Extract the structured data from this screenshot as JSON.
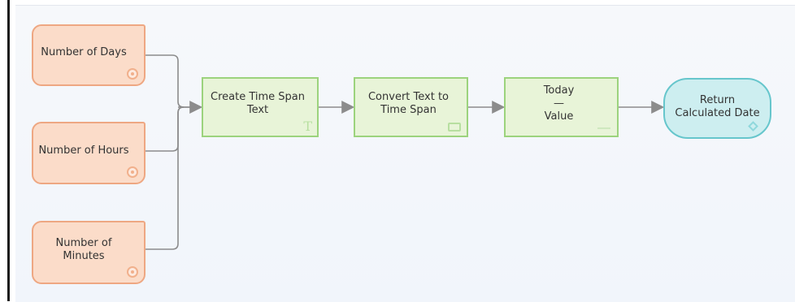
{
  "nodes": {
    "days": {
      "label": "Number of Days"
    },
    "hours": {
      "label": "Number of Hours"
    },
    "minutes": {
      "label": "Number of\nMinutes"
    },
    "create_span": {
      "label": "Create Time Span\nText"
    },
    "convert": {
      "label": "Convert Text to\nTime Span"
    },
    "today": {
      "title": "Today",
      "dash": "—",
      "value": "Value"
    },
    "return": {
      "label": "Return\nCalculated Date"
    }
  },
  "colors": {
    "input_fill": "#fbdcc9",
    "input_border": "#eea782",
    "process_fill": "#e8f4d8",
    "process_border": "#9cd37d",
    "output_fill": "#cdeef0",
    "output_border": "#66c6cc",
    "connector": "#8c8c8c"
  },
  "icons": {
    "input_port": "circle-port-icon",
    "text_icon": "text-t-icon",
    "convert_icon": "swap-icon",
    "value_icon": "dash-icon",
    "output_icon": "diamond-icon"
  }
}
